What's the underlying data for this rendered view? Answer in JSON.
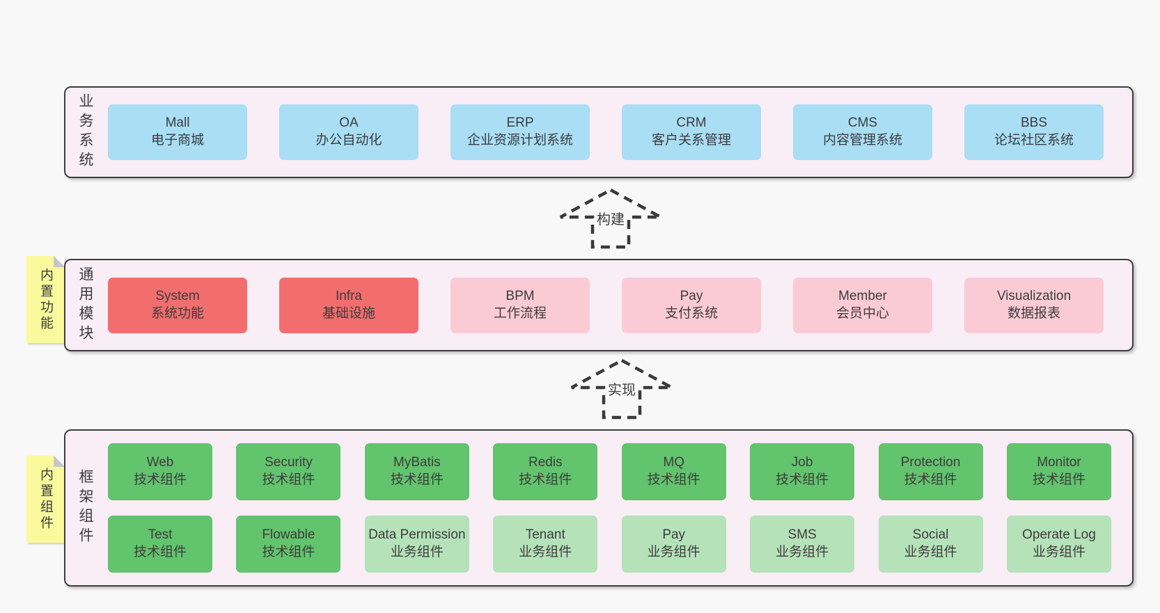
{
  "palette": {
    "page_bg": "#f8f8f8",
    "panel_bg": "#f9edf6",
    "panel_border": "#3d3d3d",
    "text": "#3c3c3c",
    "tag_yellow": "#fafa9d",
    "fold_gray": "#c6c6c6",
    "arrow_stroke": "#3a3a3a",
    "blue": "#a9def5",
    "red": "#f26e6e",
    "pink": "#fbcbd5",
    "green": "#62c46c",
    "light_green": "#b5e2b9"
  },
  "arrows": [
    {
      "label": "构建"
    },
    {
      "label": "实现"
    }
  ],
  "sections": [
    {
      "id": "business-systems",
      "label": "业务系统",
      "tag": null,
      "rows": [
        [
          {
            "name": "Mall",
            "subtitle": "电子商城",
            "variant": "blue"
          },
          {
            "name": "OA",
            "subtitle": "办公自动化",
            "variant": "blue"
          },
          {
            "name": "ERP",
            "subtitle": "企业资源计划系统",
            "variant": "blue"
          },
          {
            "name": "CRM",
            "subtitle": "客户关系管理",
            "variant": "blue"
          },
          {
            "name": "CMS",
            "subtitle": "内容管理系统",
            "variant": "blue"
          },
          {
            "name": "BBS",
            "subtitle": "论坛社区系统",
            "variant": "blue"
          }
        ]
      ]
    },
    {
      "id": "common-modules",
      "label": "通用模块",
      "tag": "内置功能",
      "rows": [
        [
          {
            "name": "System",
            "subtitle": "系统功能",
            "variant": "red"
          },
          {
            "name": "Infra",
            "subtitle": "基础设施",
            "variant": "red"
          },
          {
            "name": "BPM",
            "subtitle": "工作流程",
            "variant": "pink"
          },
          {
            "name": "Pay",
            "subtitle": "支付系统",
            "variant": "pink"
          },
          {
            "name": "Member",
            "subtitle": "会员中心",
            "variant": "pink"
          },
          {
            "name": "Visualization",
            "subtitle": "数据报表",
            "variant": "pink"
          }
        ]
      ]
    },
    {
      "id": "framework-components",
      "label": "框架组件",
      "tag": "内置组件",
      "rows": [
        [
          {
            "name": "Web",
            "subtitle": "技术组件",
            "variant": "green"
          },
          {
            "name": "Security",
            "subtitle": "技术组件",
            "variant": "green"
          },
          {
            "name": "MyBatis",
            "subtitle": "技术组件",
            "variant": "green"
          },
          {
            "name": "Redis",
            "subtitle": "技术组件",
            "variant": "green"
          },
          {
            "name": "MQ",
            "subtitle": "技术组件",
            "variant": "green"
          },
          {
            "name": "Job",
            "subtitle": "技术组件",
            "variant": "green"
          },
          {
            "name": "Protection",
            "subtitle": "技术组件",
            "variant": "green"
          },
          {
            "name": "Monitor",
            "subtitle": "技术组件",
            "variant": "green"
          }
        ],
        [
          {
            "name": "Test",
            "subtitle": "技术组件",
            "variant": "green"
          },
          {
            "name": "Flowable",
            "subtitle": "技术组件",
            "variant": "green"
          },
          {
            "name": "Data Permission",
            "subtitle": "业务组件",
            "variant": "light_green"
          },
          {
            "name": "Tenant",
            "subtitle": "业务组件",
            "variant": "light_green"
          },
          {
            "name": "Pay",
            "subtitle": "业务组件",
            "variant": "light_green"
          },
          {
            "name": "SMS",
            "subtitle": "业务组件",
            "variant": "light_green"
          },
          {
            "name": "Social",
            "subtitle": "业务组件",
            "variant": "light_green"
          },
          {
            "name": "Operate Log",
            "subtitle": "业务组件",
            "variant": "light_green"
          }
        ]
      ]
    }
  ]
}
